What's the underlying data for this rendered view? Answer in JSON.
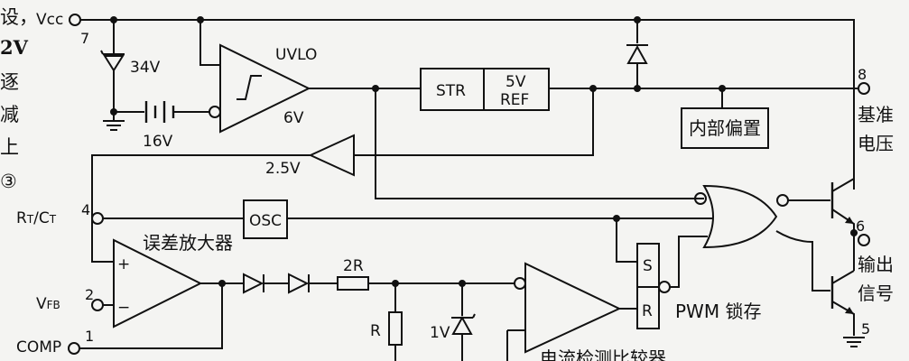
{
  "edge_text": {
    "line1": "设，",
    "line2": "2V",
    "line3": "逐",
    "line4": "减",
    "line5": "上",
    "line6": "③"
  },
  "pins": {
    "vcc": {
      "name": "Vcc",
      "number": "7"
    },
    "vref": {
      "number": "8"
    },
    "rtct": {
      "name": "RT/CT",
      "number": "4"
    },
    "vfb": {
      "name": "VFB",
      "number": "2"
    },
    "comp": {
      "name": "COMP",
      "number": "1"
    },
    "output": {
      "number": "6"
    },
    "ground": {
      "number": "5"
    }
  },
  "labels": {
    "zener_34v": "34V",
    "battery_16v": "16V",
    "uvlo": "UVLO",
    "uvlo_6v": "6V",
    "str": "STR",
    "ref_5v": "5V",
    "ref": "REF",
    "internal_bias": "内部偏置",
    "ref_voltage": "基准\n电压",
    "buffer_2_5v": "2.5V",
    "osc": "OSC",
    "error_amp": "误差放大器",
    "plus": "+",
    "minus": "−",
    "resistor_2r": "2R",
    "resistor_r": "R",
    "zener_1v": "1V",
    "latch_s": "S",
    "latch_r": "R",
    "pwm_latch": "PWM 锁存",
    "output_text": "输出\n信号",
    "current_sense": "电流检测比较器"
  }
}
